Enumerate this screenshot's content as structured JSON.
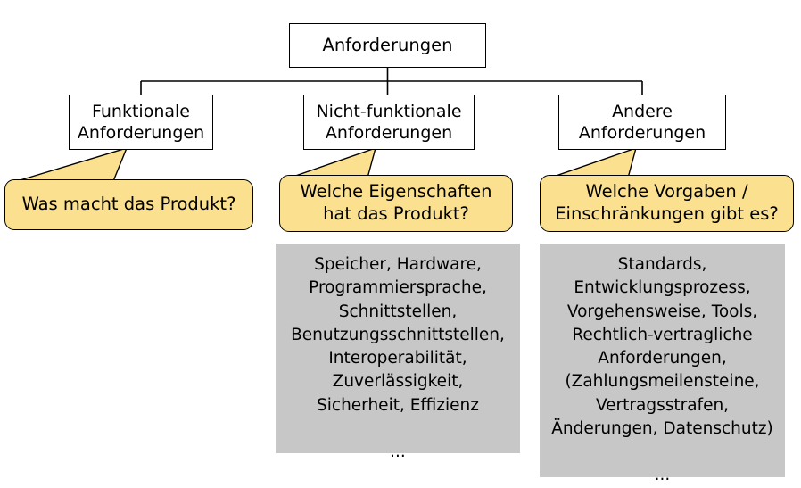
{
  "diagram": {
    "type": "tree-with-callouts",
    "language": "de",
    "colors": {
      "callout_fill": "#fbe18f",
      "detail_fill": "#c7c7c7",
      "node_fill": "#ffffff",
      "stroke": "#000000"
    },
    "root": {
      "label": "Anforderungen"
    },
    "branches": [
      {
        "id": "functional",
        "label": "Funktionale\nAnforderungen",
        "callout": "Was macht das Produkt?",
        "detail": null
      },
      {
        "id": "nonfunctional",
        "label": "Nicht-funktionale\nAnforderungen",
        "callout": "Welche Eigenschaften\nhat das Produkt?",
        "detail": "Speicher, Hardware,\nProgrammiersprache,\nSchnittstellen,\nBenutzungsschnittstellen,\nInteroperabilität,\nZuverlässigkeit,\nSicherheit, Effizienz\n\n..."
      },
      {
        "id": "other",
        "label": "Andere\nAnforderungen",
        "callout": "Welche Vorgaben /\nEinschränkungen gibt es?",
        "detail": "Standards,\nEntwicklungsprozess,\nVorgehensweise, Tools,\nRechtlich-vertragliche\nAnforderungen,\n(Zahlungsmeilensteine,\nVertragsstrafen,\nÄnderungen, Datenschutz)\n\n..."
      }
    ]
  }
}
